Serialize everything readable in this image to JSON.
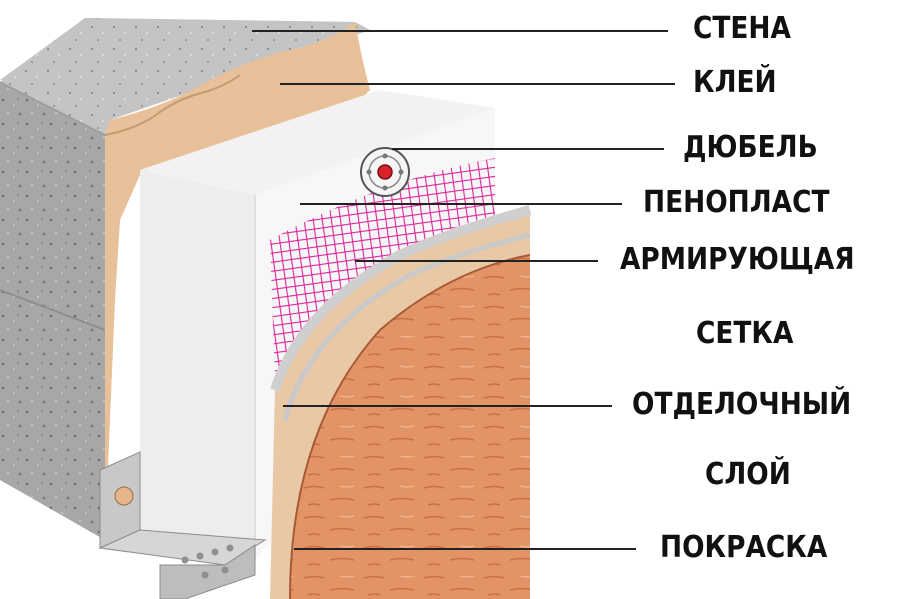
{
  "labels": {
    "wall": "СТЕНА",
    "glue": "КЛЕЙ",
    "dowel": "ДЮБЕЛЬ",
    "foam": "ПЕНОПЛАСТ",
    "mesh_line1": "АРМИРУЮЩАЯ",
    "mesh_line2": "СЕТКА",
    "finish_line1": "ОТДЕЛОЧНЫЙ",
    "finish_line2": "СЛОЙ",
    "paint": "ПОКРАСКА"
  },
  "colors": {
    "wall": "#a9a9a9",
    "glue": "#e8c19a",
    "foam": "#f4f4f4",
    "mesh": "#e0229a",
    "finish": "#e9c8a6",
    "paint": "#e08f63",
    "leader": "#222222"
  },
  "icons": [
    "dowel-icon",
    "starter-profile-icon"
  ]
}
